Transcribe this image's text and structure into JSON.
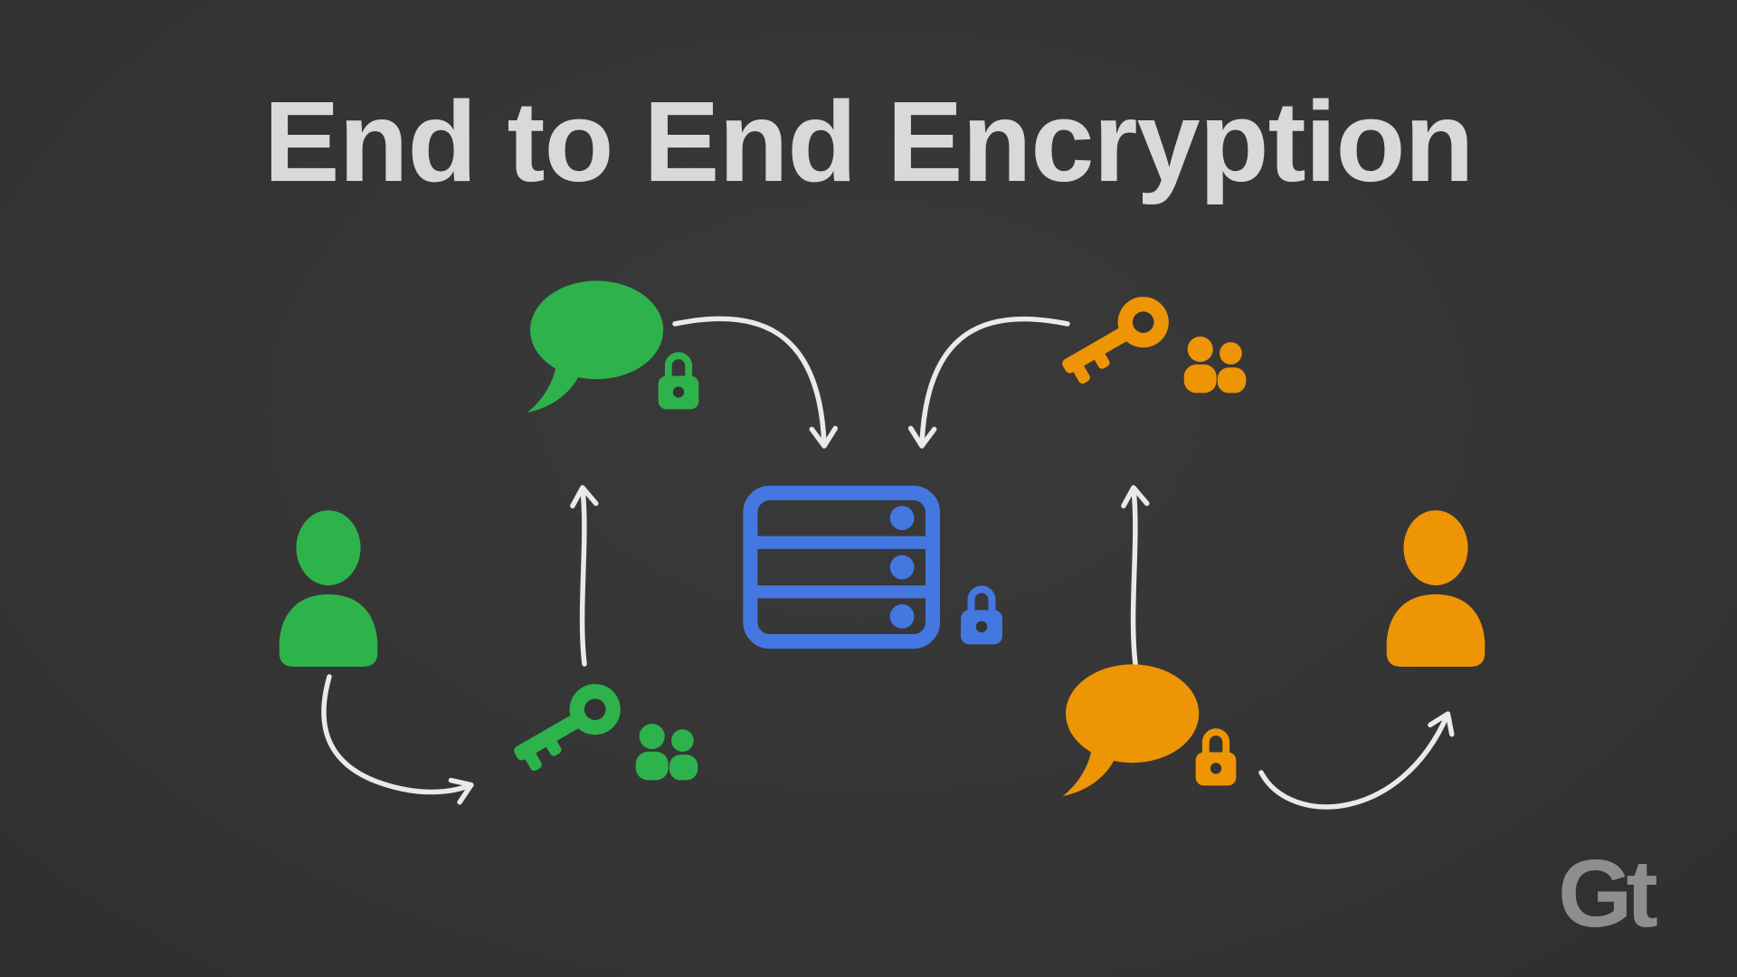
{
  "title": {
    "text": "End to End Encryption"
  },
  "logo": {
    "text": "Gt"
  },
  "colors": {
    "background_inner": "#3a3a3a",
    "background_outer": "#232323",
    "title": "#d9d9d9",
    "green": "#2eb24c",
    "orange": "#ee9506",
    "blue": "#4478e0",
    "arrow": "#eaeaea",
    "logo": "#8e8e8e",
    "cutout": "#333333"
  },
  "diagram": {
    "left_flow": {
      "color_name": "green",
      "icons": [
        "user-icon",
        "key-with-users-icon",
        "chat-bubble-icon",
        "lock-icon"
      ]
    },
    "center": {
      "color_name": "blue",
      "icons": [
        "server-icon",
        "lock-icon"
      ]
    },
    "right_flow": {
      "color_name": "orange",
      "icons": [
        "key-with-users-icon",
        "chat-bubble-icon",
        "lock-icon",
        "user-icon"
      ]
    },
    "arrows": [
      "user-to-key",
      "key-to-chat",
      "chat-to-server",
      "key-to-server",
      "chat-to-key",
      "chat-to-user"
    ]
  }
}
